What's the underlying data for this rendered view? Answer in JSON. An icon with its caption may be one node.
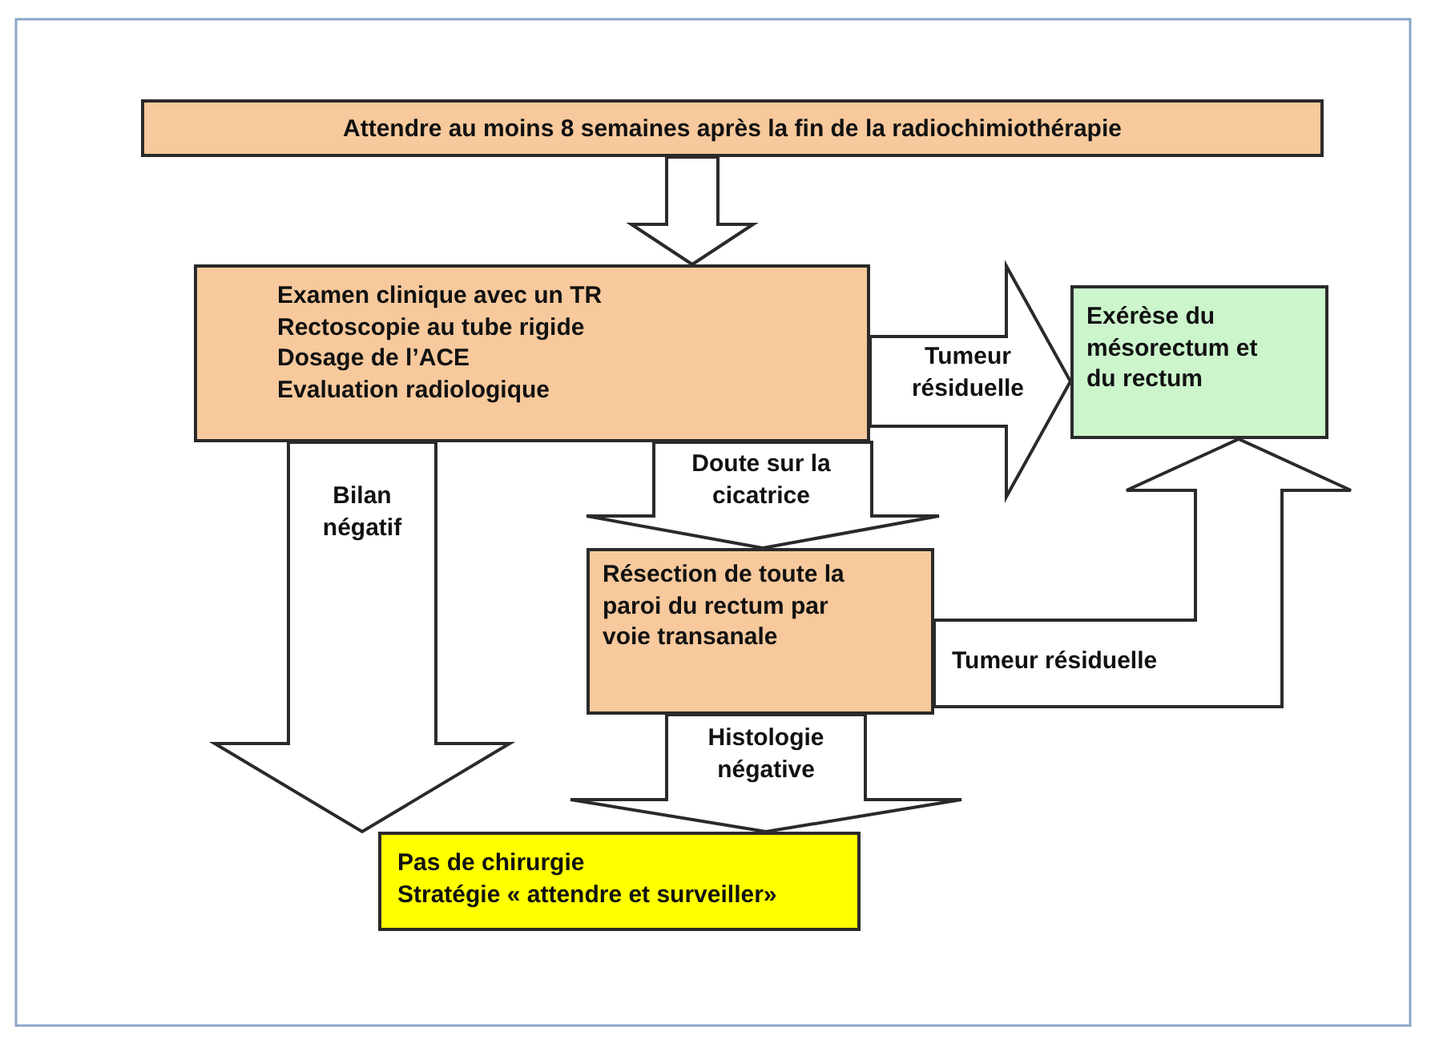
{
  "diagram": {
    "nodes": [
      {
        "text": [
          "Attendre au moins 8 semaines après la fin de la radiochimiothérapie"
        ]
      },
      {
        "text": [
          "Examen clinique avec un TR",
          "Rectoscopie au tube rigide",
          "Dosage de l’ACE",
          "Evaluation radiologique"
        ]
      },
      {
        "text": [
          "Exérèse du mésorectum et du rectum"
        ]
      },
      {
        "text": [
          "Résection de toute la paroi du rectum par voie transanale"
        ]
      },
      {
        "text": [
          "Pas de chirurgie",
          "Stratégie « attendre et surveiller»"
        ]
      }
    ],
    "edges": [
      {
        "from": 0,
        "to": 1,
        "arrow": "to"
      },
      {
        "from": 1,
        "to": 2,
        "arrow": "to",
        "label": "Tumeur résiduelle"
      },
      {
        "from": 1,
        "to": 4,
        "arrow": "to",
        "label": "Bilan négatif"
      },
      {
        "from": 1,
        "to": 3,
        "arrow": "to",
        "label": "Doute sur la cicatrice"
      },
      {
        "from": 3,
        "to": 2,
        "arrow": "to",
        "label": "Tumeur résiduelle"
      },
      {
        "from": 3,
        "to": 4,
        "arrow": "to",
        "label": "Histologie négative"
      }
    ]
  }
}
